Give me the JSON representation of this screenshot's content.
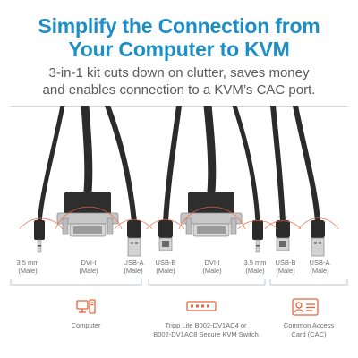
{
  "header": {
    "title_line1": "Simplify the Connection from",
    "title_line2": "Your Computer to KVM",
    "subtitle_line1": "3-in-1 kit cuts down on clutter, saves money",
    "subtitle_line2": "and enables connection to a KVM’s CAC port."
  },
  "connectors": [
    {
      "name": "3.5 mm",
      "gender": "(Male)"
    },
    {
      "name": "DVI-I",
      "gender": "(Male)"
    },
    {
      "name": "USB-A",
      "gender": "(Male)"
    },
    {
      "name": "USB-B",
      "gender": "(Male)"
    },
    {
      "name": "DVI-I",
      "gender": "(Male)"
    },
    {
      "name": "3.5 mm",
      "gender": "(Male)"
    },
    {
      "name": "USB-B",
      "gender": "(Male)"
    },
    {
      "name": "USB-A",
      "gender": "(Male)"
    }
  ],
  "devices": [
    {
      "line1": "Computer",
      "line2": "",
      "icon": "computer-icon"
    },
    {
      "line1": "Tripp Lite B002-DV1AC4 or",
      "line2": "B002-DV1AC8 Secure KVM Switch",
      "icon": "kvm-switch-icon"
    },
    {
      "line1": "Common Access",
      "line2": "Card (CAC)",
      "icon": "cac-card-icon"
    }
  ],
  "colors": {
    "title": "#1d8fc7",
    "accent": "#e8643c",
    "cable": "#2b2b2b",
    "metal": "#c8c8c8"
  }
}
